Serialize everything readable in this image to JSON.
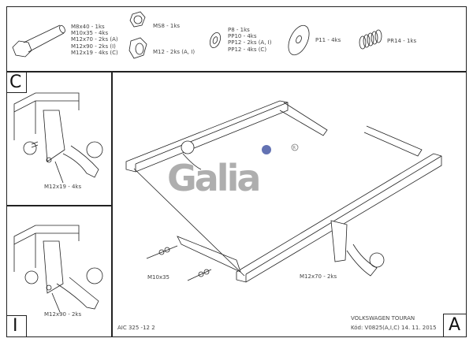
{
  "parts": {
    "bolts": [
      "M8x40 - 1ks",
      "M10x35 - 4ks",
      "M12x70 - 2ks (A)",
      "M12x90 - 2ks (I)",
      "M12x19 - 4ks (C)"
    ],
    "nut_m8": "MS8 - 1ks",
    "nut_m12": "M12 - 2ks (A, I)",
    "washers": [
      "P8 - 1ks",
      "PP10 - 4ks",
      "PP12 - 2ks (A, I)",
      "PP12 - 4ks (C)"
    ],
    "washer_p11": "P11 - 4ks",
    "spring": "PR14 - 1ks"
  },
  "panel_c": {
    "letter": "C",
    "label": "M12x19 - 4ks"
  },
  "panel_i": {
    "letter": "I",
    "label": "M12x90 - 2ks"
  },
  "panel_a": {
    "letter": "A",
    "label_m10": "M10x35",
    "label_m12": "M12x70 - 2ks",
    "logo": "Galia",
    "drawing_no": "AIC 325 -12 2",
    "vehicle": "VOLKSWAGEN TOURAN",
    "code": "Kód: V0825(A,I,C)  14. 11. 2015"
  },
  "colors": {
    "line": "#222222",
    "logo_gray": "#9a9a9a",
    "logo_blue": "#3c4fa0"
  }
}
